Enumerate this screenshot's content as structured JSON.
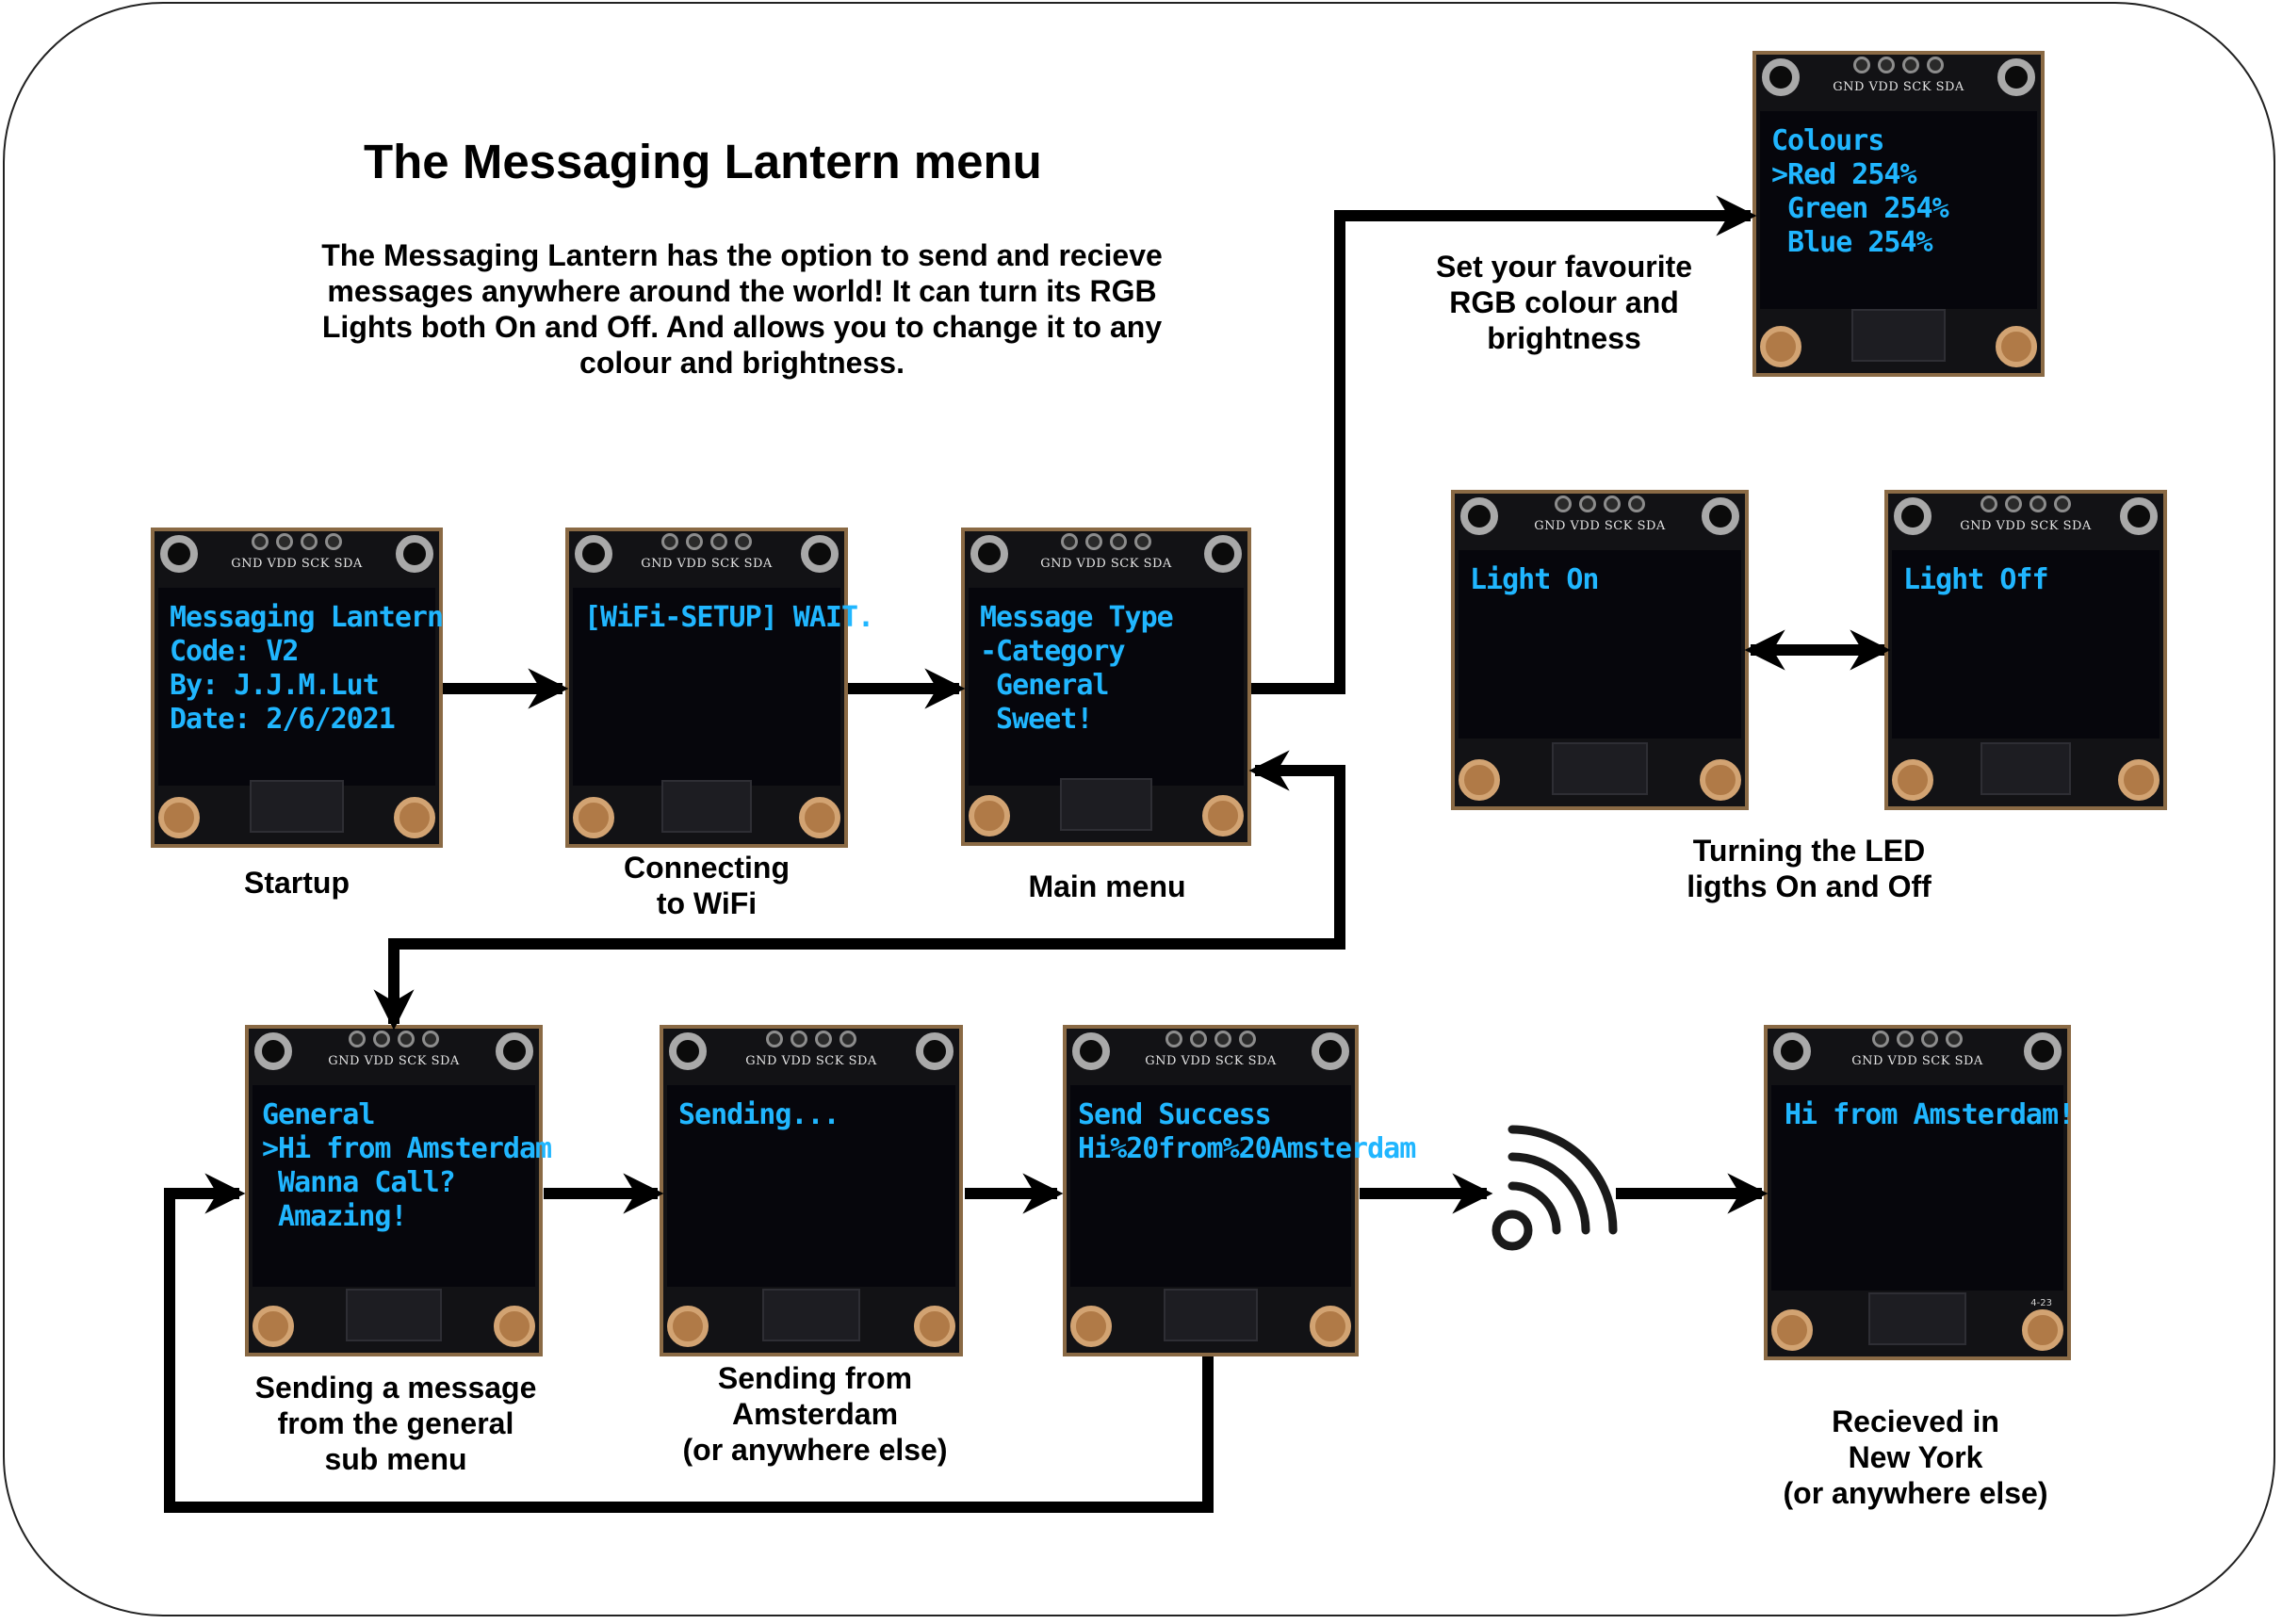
{
  "title": "The Messaging Lantern menu",
  "intro": "The Messaging Lantern has the option to send and recieve messages anywhere around the world! It can turn its RGB Lights both On and Off. And allows you to change it to any colour and brightness.",
  "pin_labels": "GND VDD SCK SDA",
  "board_stamp": "4-23",
  "screens": {
    "startup": {
      "lines": [
        "Messaging Lantern",
        "Code: V2",
        "By: J.J.M.Lut",
        "Date: 2/6/2021"
      ]
    },
    "wifi": {
      "lines": [
        "[WiFi-SETUP] WAIT."
      ]
    },
    "main": {
      "lines": [
        "Message Type",
        "-Category",
        " General",
        " Sweet!"
      ]
    },
    "colours": {
      "lines": [
        "Colours",
        ">Red 254%",
        " Green 254%",
        " Blue 254%"
      ]
    },
    "light_on": {
      "lines": [
        "Light On"
      ]
    },
    "light_off": {
      "lines": [
        "Light Off"
      ]
    },
    "general": {
      "lines": [
        "General",
        ">Hi from Amsterdam",
        " Wanna Call?",
        " Amazing!"
      ]
    },
    "sending": {
      "lines": [
        "Sending..."
      ]
    },
    "success": {
      "lines": [
        "Send Success",
        "Hi%20from%20Amsterdam"
      ]
    },
    "received": {
      "lines": [
        "Hi from Amsterdam!"
      ]
    }
  },
  "captions": {
    "startup": [
      "Startup"
    ],
    "wifi": [
      "Connecting",
      "to WiFi"
    ],
    "main": [
      "Main menu"
    ],
    "colours": [
      "Set your favourite",
      "RGB colour and",
      "brightness"
    ],
    "leds": [
      "Turning the LED",
      "ligths On and Off"
    ],
    "general": [
      "Sending a message",
      "from the general",
      "sub menu"
    ],
    "sending": [
      "Sending from",
      "Amsterdam",
      "(or anywhere else)"
    ],
    "received": [
      "Recieved in",
      "New York",
      "(or anywhere else)"
    ]
  },
  "icons": {
    "wireless": "wifi-signal-icon"
  },
  "colors": {
    "oled_text": "#20b6ff",
    "pcb": "#121215",
    "screen": "#06060c",
    "arrow": "#000000"
  }
}
